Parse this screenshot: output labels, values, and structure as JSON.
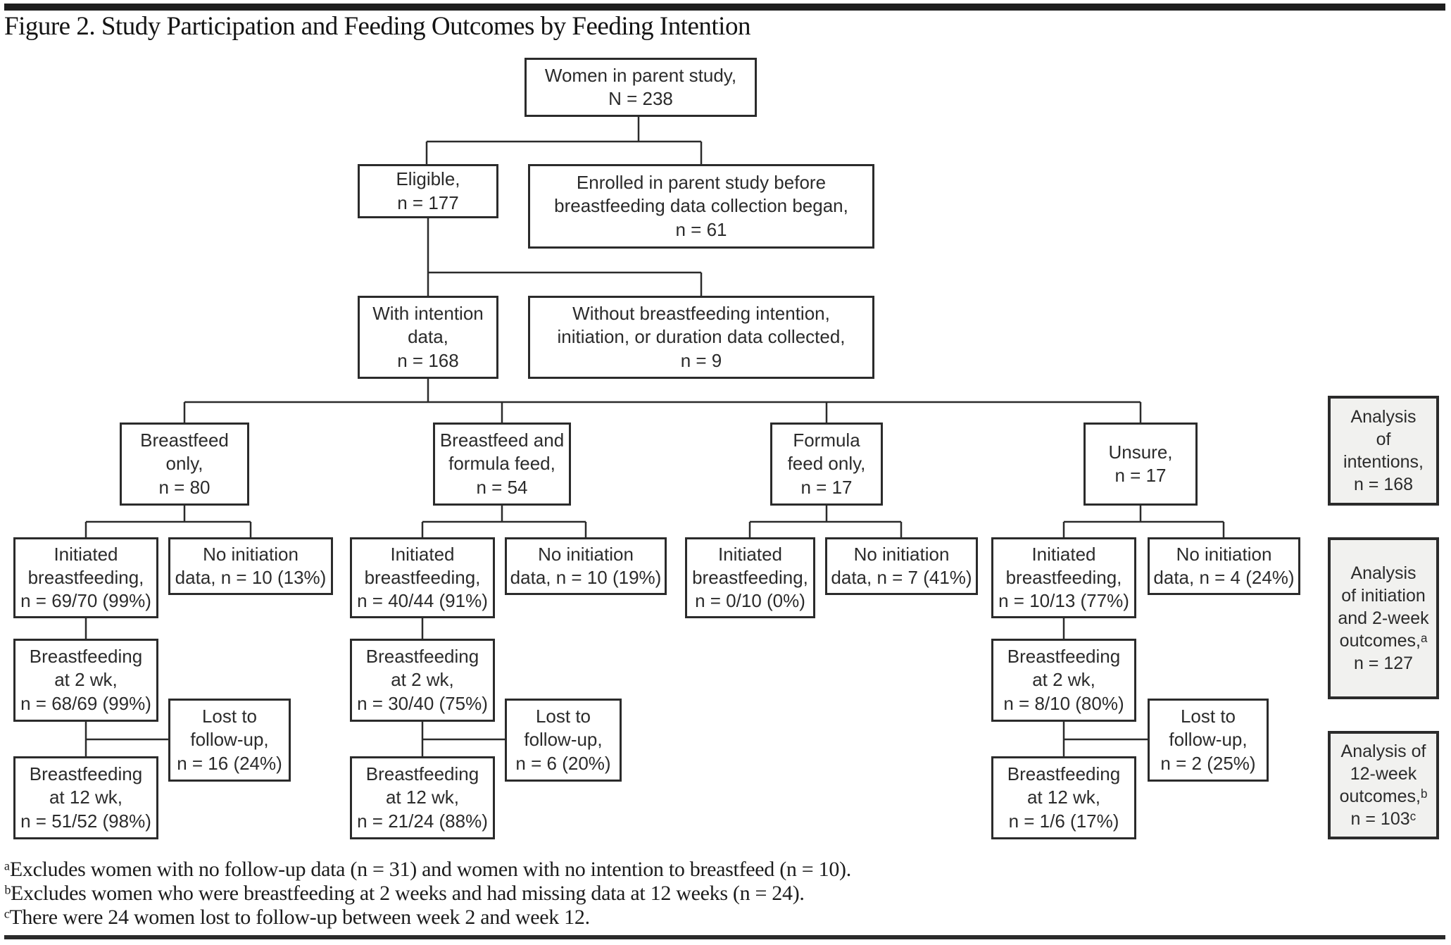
{
  "figure": {
    "title": "Figure 2. Study Participation and Feeding Outcomes by Feeding Intention"
  },
  "nodes": {
    "parent_study": "Women in parent study,\nN = 238",
    "eligible": "Eligible,\nn = 177",
    "enrolled_before": "Enrolled in parent study before\nbreastfeeding data collection began,\nn = 61",
    "with_intention": "With intention\ndata,\nn = 168",
    "without_intention": "Without breastfeeding intention,\ninitiation, or duration data collected,\nn = 9",
    "breastfeed_only": "Breastfeed\nonly,\nn = 80",
    "breastfeed_formula": "Breastfeed and\nformula feed,\nn = 54",
    "formula_only": "Formula\nfeed only,\nn = 17",
    "unsure": "Unsure,\nn = 17",
    "bf_only_initiated": "Initiated\nbreastfeeding,\nn = 69/70 (99%)",
    "bf_only_no_init": "No initiation\ndata, n = 10 (13%)",
    "bf_only_2wk": "Breastfeeding\nat 2 wk,\nn = 68/69 (99%)",
    "bf_only_lost": "Lost to\nfollow-up,\nn = 16 (24%)",
    "bf_only_12wk": "Breastfeeding\nat 12 wk,\nn = 51/52 (98%)",
    "bf_formula_initiated": "Initiated\nbreastfeeding,\nn = 40/44 (91%)",
    "bf_formula_no_init": "No initiation\ndata, n = 10 (19%)",
    "bf_formula_2wk": "Breastfeeding\nat 2 wk,\nn = 30/40 (75%)",
    "bf_formula_lost": "Lost to\nfollow-up,\nn = 6 (20%)",
    "bf_formula_12wk": "Breastfeeding\nat 12 wk,\nn = 21/24 (88%)",
    "formula_initiated": "Initiated\nbreastfeeding,\nn = 0/10 (0%)",
    "formula_no_init": "No initiation\ndata, n = 7 (41%)",
    "unsure_initiated": "Initiated\nbreastfeeding,\nn = 10/13 (77%)",
    "unsure_no_init": "No initiation\ndata, n = 4 (24%)",
    "unsure_2wk": "Breastfeeding\nat 2 wk,\nn = 8/10 (80%)",
    "unsure_lost": "Lost to\nfollow-up,\nn = 2 (25%)",
    "unsure_12wk": "Breastfeeding\nat 12 wk,\nn = 1/6 (17%)"
  },
  "analysis": {
    "intentions": "Analysis\nof\nintentions,\nn = 168",
    "initiation_2wk": "Analysis\nof initiation\nand 2-week\noutcomes,ᵃ\nn = 127",
    "twelve_wk": "Analysis of\n12-week\noutcomes,ᵇ\nn = 103ᶜ"
  },
  "footnotes": {
    "a": "ᵃExcludes women with no follow-up data (n = 31) and women with no intention to breastfeed (n = 10).",
    "b": "ᵇExcludes women who were breastfeeding at 2 weeks and had missing data at 12 weeks (n = 24).",
    "c": "ᶜThere were 24 women lost to follow-up between week 2 and week 12."
  },
  "colors": {
    "line": "#2b2b2b",
    "analysis_box_bg": "#f1f1ef"
  }
}
